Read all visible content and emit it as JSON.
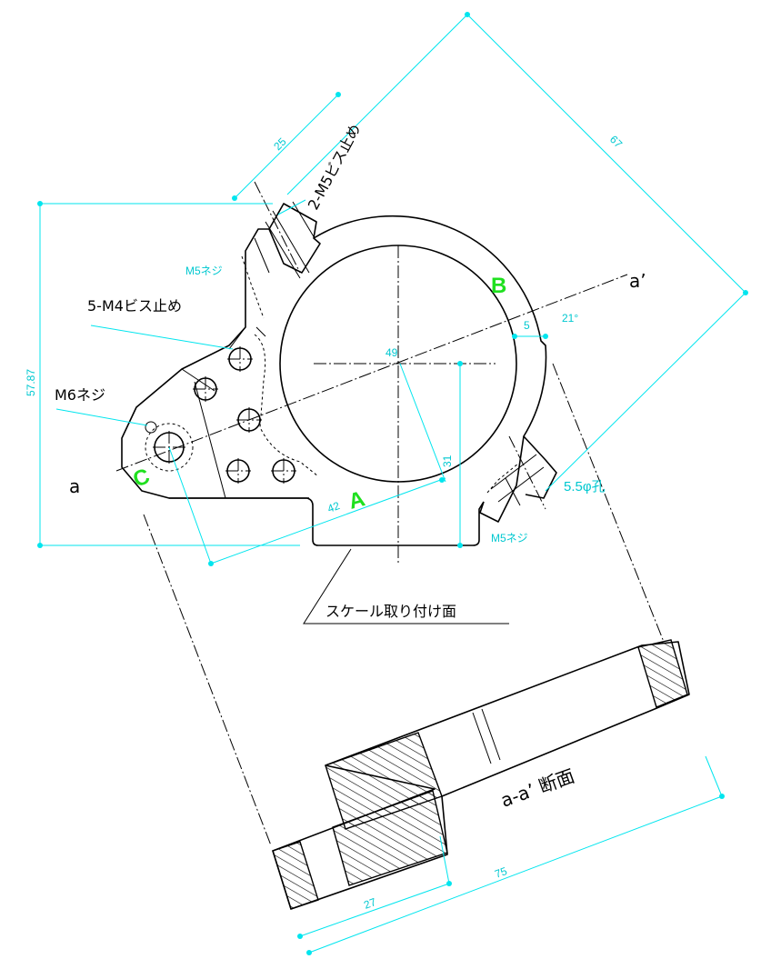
{
  "labels": {
    "screw_2m5": "2-M5ビス止め",
    "screw_5m4": "5-M4ビス止め",
    "thread_m6": "M6ネジ",
    "thread_m5_top": "M5ネジ",
    "thread_m5_bottom": "M5ネジ",
    "hole_55": "5.5φ孔",
    "scale_face": "スケール取り付け面",
    "section_title": "a-a’ 断面",
    "section_a": "a",
    "section_a_prime": "a’",
    "point_a": "A",
    "point_b": "B",
    "point_c": "C"
  },
  "dimensions": {
    "d25": "25",
    "d67": "67",
    "d5787": "57.87",
    "d49": "49",
    "d5": "5",
    "d21deg": "21°",
    "d31": "31",
    "d42": "42",
    "d27": "27",
    "d75": "75"
  },
  "colors": {
    "dimension": "#00e5ee",
    "reference_letters": "#1fe01f",
    "outline": "#000000"
  }
}
